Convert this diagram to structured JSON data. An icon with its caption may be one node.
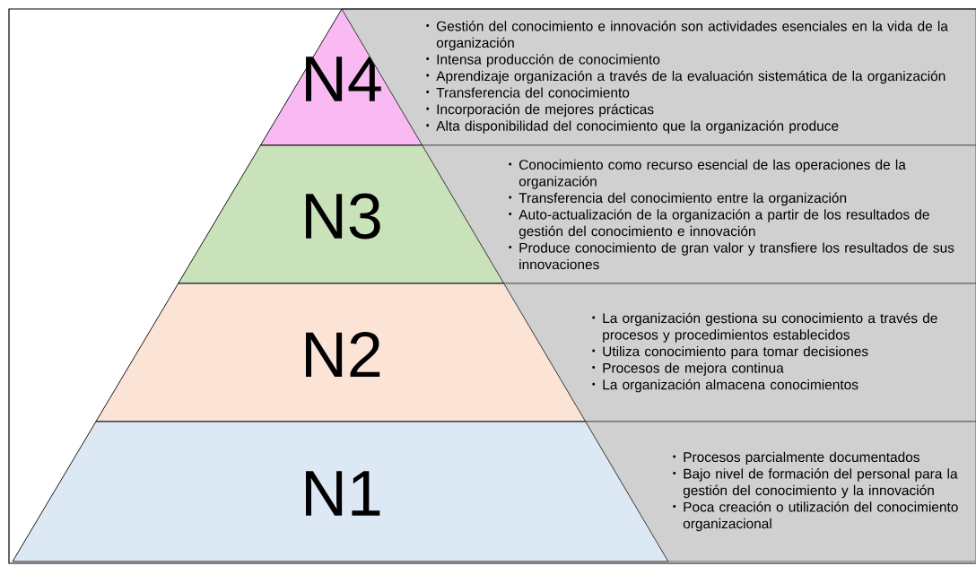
{
  "diagram": {
    "nodes": [
      {
        "text": [
          "N4"
        ]
      },
      {
        "text": [
          "Gestión del conocimiento e innovación son actividades esenciales en la vida de la organización",
          "Intensa producción de conocimiento",
          "Aprendizaje organización a través de la evaluación sistemática de la organización",
          "Transferencia del conocimiento",
          "Incorporación de mejores prácticas",
          "Alta disponibilidad del conocimiento que la organización produce"
        ]
      },
      {
        "text": [
          "N3"
        ]
      },
      {
        "text": [
          "Conocimiento como recurso esencial de las operaciones de la organización",
          "Transferencia del conocimiento entre la organización",
          "Auto-actualización de la organización a partir de los resultados de gestión del conocimiento e innovación",
          "Produce conocimiento de gran valor y transfiere los resultados de sus innovaciones"
        ]
      },
      {
        "text": [
          "N2"
        ]
      },
      {
        "text": [
          "La organización gestiona su conocimiento a través de procesos y procedimientos establecidos",
          "Utiliza conocimiento para tomar decisiones",
          "Procesos de mejora continua",
          "La organización almacena conocimientos"
        ]
      },
      {
        "text": [
          "N1"
        ]
      },
      {
        "text": [
          "Procesos parcialmente documentados",
          "Bajo nivel de formación del personal para la gestión del conocimiento y la innovación",
          "Poca creación o utilización del conocimiento organizacional"
        ]
      }
    ]
  }
}
